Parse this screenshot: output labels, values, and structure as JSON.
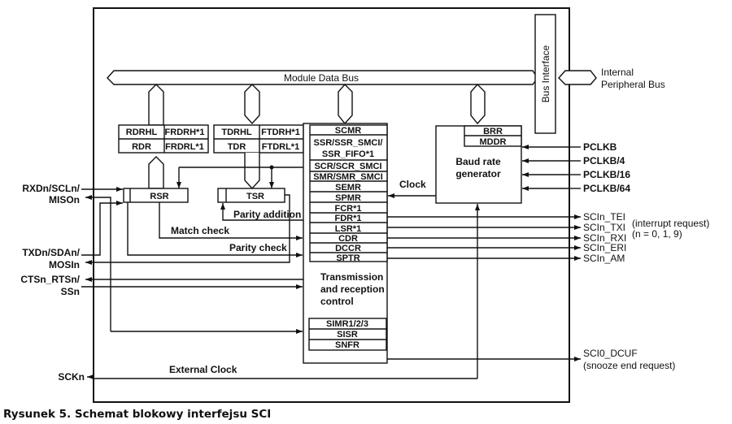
{
  "diagram": {
    "buses": {
      "module_data_bus": "Module Data Bus",
      "bus_interface": "Bus Interface",
      "internal_peripheral_bus": [
        "Internal",
        "Peripheral Bus"
      ]
    },
    "rx_regs": [
      [
        "RDRHL",
        "FRDRH*1"
      ],
      [
        "RDR",
        "FRDRL*1"
      ]
    ],
    "tx_regs": [
      [
        "TDRHL",
        "FTDRH*1"
      ],
      [
        "TDR",
        "FTDRL*1"
      ]
    ],
    "shift_regs": {
      "rsr": "RSR",
      "tsr": "TSR"
    },
    "control_regs": [
      "SCMR",
      "SSR/SSR_SMCI/",
      "SSR_FIFO*1",
      "SCR/SCR_SMCI",
      "SMR/SMR_SMCI",
      "SEMR",
      "SPMR",
      "FCR*1",
      "FDR*1",
      "LSR*1",
      "CDR",
      "DCCR",
      "SPTR"
    ],
    "control_block": [
      "Transmission",
      "and reception",
      "control"
    ],
    "snooze_regs": [
      "SIMR1/2/3",
      "SISR",
      "SNFR"
    ],
    "baud": {
      "regs": [
        "BRR",
        "MDDR"
      ],
      "label": [
        "Baud rate",
        "generator"
      ]
    },
    "clock_inputs": [
      "PCLKB",
      "PCLKB/4",
      "PCLKB/16",
      "PCLKB/64"
    ],
    "interrupt_outputs": [
      "SCIn_TEI",
      "SCIn_TXI",
      "SCIn_RXI",
      "SCIn_ERI",
      "SCIn_AM"
    ],
    "interrupt_note": [
      "(interrupt request)",
      "(n = 0, 1, 9)"
    ],
    "pins": {
      "rxd": [
        "RXDn/SCLn/",
        "MISOn"
      ],
      "txd": [
        "TXDn/SDAn/",
        "MOSIn"
      ],
      "cts": [
        "CTSn_RTSn/",
        "SSn"
      ],
      "sck": "SCKn"
    },
    "signals": {
      "clock": "Clock",
      "match_check": "Match check",
      "parity_check": "Parity check",
      "parity_addition": "Parity addition",
      "external_clock": "External Clock"
    },
    "snooze_out": [
      "SCI0_DCUF",
      "(snooze end request)"
    ]
  },
  "caption": "Rysunek 5. Schemat blokowy interfejsu SCI"
}
